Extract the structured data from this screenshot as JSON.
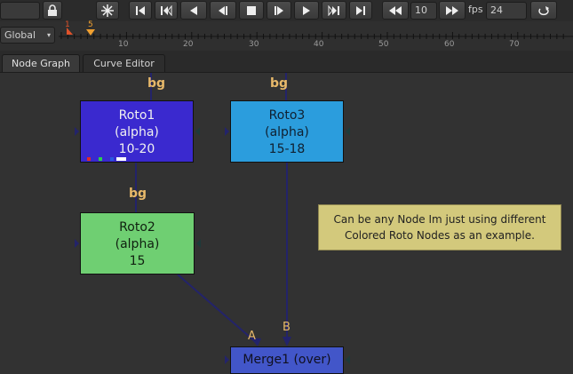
{
  "top_bar": {
    "frame_value": "10",
    "fps_label": "fps",
    "fps_value": "24",
    "buttons": [
      "lock-icon",
      "snowflake-icon",
      "skip-to-start-icon",
      "step-back-key-icon",
      "play-backward-icon",
      "step-back-frame-icon",
      "stop-icon",
      "step-forward-frame-icon",
      "play-forward-icon",
      "step-forward-key-icon",
      "skip-to-end-icon",
      "rewind-increment-icon",
      "forward-increment-icon",
      "loop-icon"
    ]
  },
  "timeline": {
    "scope_label": "Global",
    "ticks": [
      "10",
      "20",
      "30",
      "40",
      "50",
      "60",
      "70"
    ],
    "start_marker": "1",
    "current_frame_marker": "5",
    "marker_colors": {
      "start": "#e0522a",
      "current": "#f0a030"
    }
  },
  "tabs": [
    {
      "label": "Node Graph",
      "active": true
    },
    {
      "label": "Curve Editor",
      "active": false
    }
  ],
  "nodes": {
    "roto1": {
      "title": "Roto1",
      "channels": "(alpha)",
      "range": "10-20",
      "color": "#3a29cf"
    },
    "roto2": {
      "title": "Roto2",
      "channels": "(alpha)",
      "range": "15",
      "color": "#6fcf72"
    },
    "roto3": {
      "title": "Roto3",
      "channels": "(alpha)",
      "range": "15-18",
      "color": "#2b9ddd"
    },
    "merge1": {
      "title": "Merge1 (over)",
      "color": "#4256c9"
    }
  },
  "pipe_labels": {
    "roto1_bg": "bg",
    "roto3_bg": "bg",
    "roto2_bg": "bg",
    "merge_a": "A",
    "merge_b": "B"
  },
  "sticky_note": {
    "line1": "Can be any Node Im just using different",
    "line2": "Colored Roto Nodes as an example.",
    "color": "#d3c97c"
  }
}
